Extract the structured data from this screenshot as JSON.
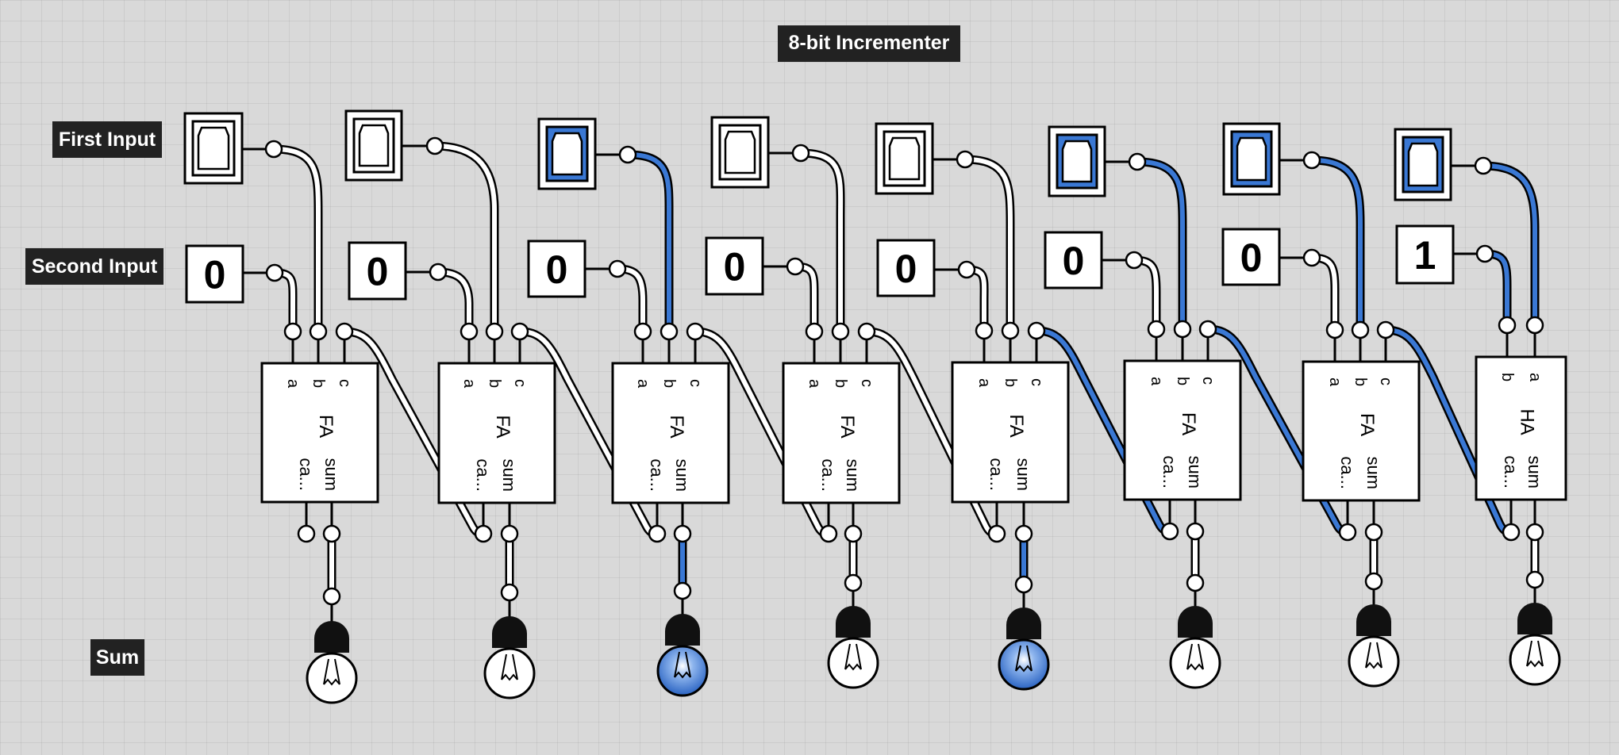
{
  "title": "8-bit Incrementer",
  "row_labels": {
    "first_input": "First Input",
    "second_input": "Second Input",
    "sum": "Sum"
  },
  "accent_color": "#3a78d4",
  "wire_off_color": "#ffffff",
  "stages": [
    {
      "type": "FA",
      "pins_top": [
        "a",
        "b",
        "c"
      ],
      "pins_bottom": [
        "ca...",
        "sum"
      ],
      "first_input_on": false,
      "second_input": "0",
      "sum_on": false
    },
    {
      "type": "FA",
      "pins_top": [
        "a",
        "b",
        "c"
      ],
      "pins_bottom": [
        "ca...",
        "sum"
      ],
      "first_input_on": false,
      "second_input": "0",
      "sum_on": false
    },
    {
      "type": "FA",
      "pins_top": [
        "a",
        "b",
        "c"
      ],
      "pins_bottom": [
        "ca...",
        "sum"
      ],
      "first_input_on": true,
      "second_input": "0",
      "sum_on": true
    },
    {
      "type": "FA",
      "pins_top": [
        "a",
        "b",
        "c"
      ],
      "pins_bottom": [
        "ca...",
        "sum"
      ],
      "first_input_on": false,
      "second_input": "0",
      "sum_on": false
    },
    {
      "type": "FA",
      "pins_top": [
        "a",
        "b",
        "c"
      ],
      "pins_bottom": [
        "ca...",
        "sum"
      ],
      "first_input_on": false,
      "second_input": "0",
      "sum_on": true
    },
    {
      "type": "FA",
      "pins_top": [
        "a",
        "b",
        "c"
      ],
      "pins_bottom": [
        "ca...",
        "sum"
      ],
      "first_input_on": true,
      "second_input": "0",
      "sum_on": false
    },
    {
      "type": "FA",
      "pins_top": [
        "a",
        "b",
        "c"
      ],
      "pins_bottom": [
        "ca...",
        "sum"
      ],
      "first_input_on": true,
      "second_input": "0",
      "sum_on": false
    },
    {
      "type": "HA",
      "pins_top": [
        "b",
        "a"
      ],
      "pins_bottom": [
        "ca...",
        "sum"
      ],
      "first_input_on": true,
      "second_input": "1",
      "sum_on": false
    }
  ]
}
